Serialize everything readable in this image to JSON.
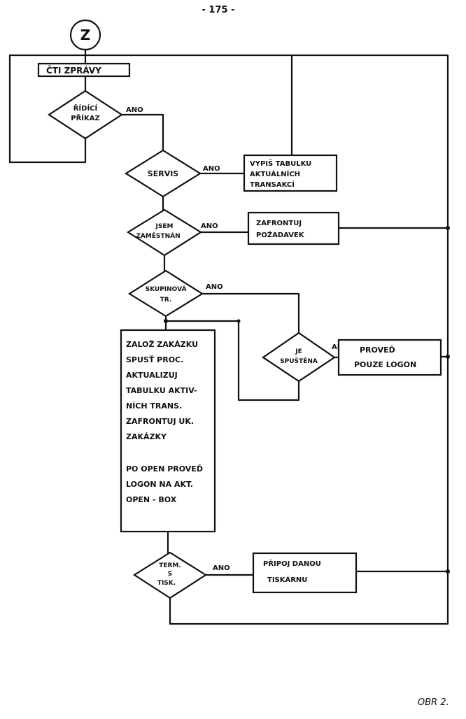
{
  "page_number": "- 175 -",
  "connector": "Z",
  "figure_label": "OBR 2.",
  "yes_label": "ANO",
  "boxes": {
    "read_messages": "ČTI ZPRÁVY",
    "list_table": [
      "VYPIŠ TABULKU",
      "AKTUÁLNÍCH",
      "TRANSAKCÍ"
    ],
    "queue_request": [
      "ZAFRONTUJ",
      "POŽADAVEK"
    ],
    "create_job": [
      "ZALOŽ ZAKÁZKU",
      "SPUSŤ PROC.",
      "AKTUALIZUJ",
      "TABULKU AKTIV-",
      "NÍCH TRANS.",
      "ZAFRONTUJ UK.",
      "ZAKÁZKY",
      "",
      "PO OPEN PROVEĎ",
      "LOGON NA AKT.",
      "OPEN - BOX"
    ],
    "logon_only": [
      "PROVEĎ",
      "POUZE LOGON"
    ],
    "connect_printer": [
      "PŘIPOJ DANOU",
      "TISKÁRNU"
    ]
  },
  "decisions": {
    "control_command": [
      "ŘÍDÍCÍ",
      "PŘÍKAZ"
    ],
    "service": [
      "SERVIS"
    ],
    "employed": [
      "JSEM",
      "ZAMĚSTNÁN"
    ],
    "group": [
      "SKUPINOVÁ",
      "TR."
    ],
    "running": [
      "JE",
      "SPUŠTĚNA"
    ],
    "term_print": [
      "TERM.",
      "S",
      "TISK."
    ]
  }
}
